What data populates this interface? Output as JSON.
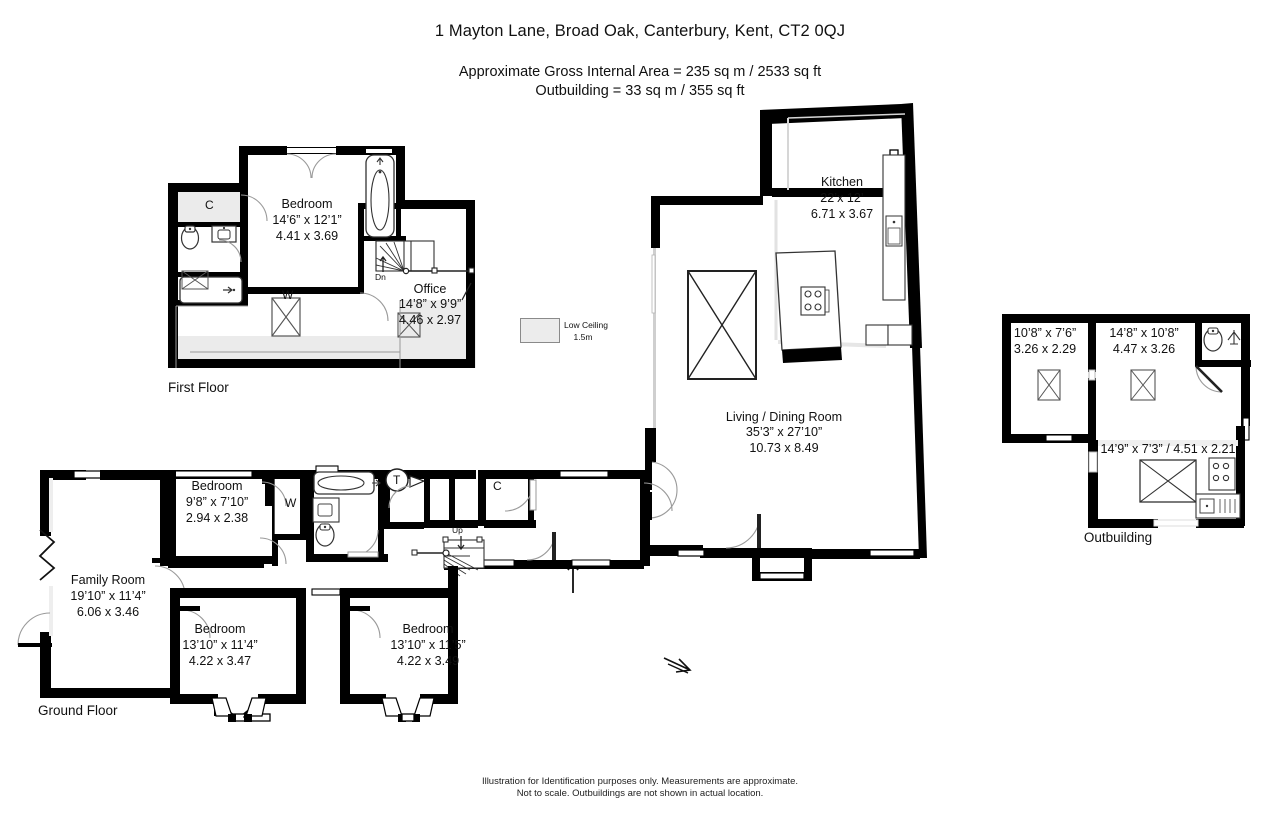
{
  "title": "1 Mayton Lane, Broad Oak, Canterbury, Kent, CT2 0QJ",
  "area": {
    "line1": "Approximate Gross Internal Area =  235 sq m / 2533 sq ft",
    "line2": "Outbuilding = 33 sq m / 355 sq ft"
  },
  "legend": {
    "line1": "Low Ceiling",
    "line2": "1.5m",
    "swatch_color": "#ececec"
  },
  "floors": [
    {
      "key": "first",
      "label": "First Floor"
    },
    {
      "key": "ground",
      "label": "Ground Floor"
    },
    {
      "key": "outbuilding",
      "label": "Outbuilding"
    }
  ],
  "first_floor": {
    "label": "First Floor",
    "rooms": [
      {
        "name": "Bedroom",
        "imperial": "14’6” x 12’1”",
        "metric": "4.41 x 3.69"
      },
      {
        "name": "Office",
        "imperial": "14’8” x 9’9”",
        "metric": "4.46 x 2.97"
      }
    ],
    "markers": [
      {
        "name": "cupboard",
        "text": "C"
      },
      {
        "name": "wardrobe",
        "text": "W"
      },
      {
        "name": "stairs-down",
        "text": "Dn"
      }
    ]
  },
  "ground_floor": {
    "label": "Ground Floor",
    "rooms": [
      {
        "name": "Family Room",
        "imperial": "19’10” x 11’4”",
        "metric": "6.06 x 3.46"
      },
      {
        "name": "Bedroom",
        "imperial": "9’8” x 7’10”",
        "metric": "2.94 x 2.38"
      },
      {
        "name": "Bedroom",
        "imperial": "13’10” x 11’4”",
        "metric": "4.22 x 3.47"
      },
      {
        "name": "Bedroom",
        "imperial": "13’10” x 11’5”",
        "metric": "4.22 x 3.49"
      },
      {
        "name": "Living / Dining Room",
        "imperial": "35’3” x 27’10”",
        "metric": "10.73 x 8.49"
      },
      {
        "name": "Kitchen",
        "imperial": "22’x 12’",
        "metric": "6.71 x 3.67"
      }
    ],
    "markers": [
      {
        "name": "wardrobe",
        "text": "W"
      },
      {
        "name": "tank-cupboard",
        "text": "T"
      },
      {
        "name": "cupboard",
        "text": "C"
      },
      {
        "name": "stairs-up",
        "text": "Up"
      }
    ]
  },
  "outbuilding": {
    "label": "Outbuilding",
    "rooms": [
      {
        "imperial": "10’8” x 7’6”",
        "metric": "3.26 x 2.29"
      },
      {
        "imperial": "14’8” x 10’8”",
        "metric": "4.47 x 3.26"
      },
      {
        "combined": "14’9” x 7’3” / 4.51 x 2.21"
      }
    ]
  },
  "footer": {
    "line1": "Illustration for Identification purposes only.  Measurements are approximate.",
    "line2": "Not to scale.  Outbuildings are not shown in actual location."
  }
}
